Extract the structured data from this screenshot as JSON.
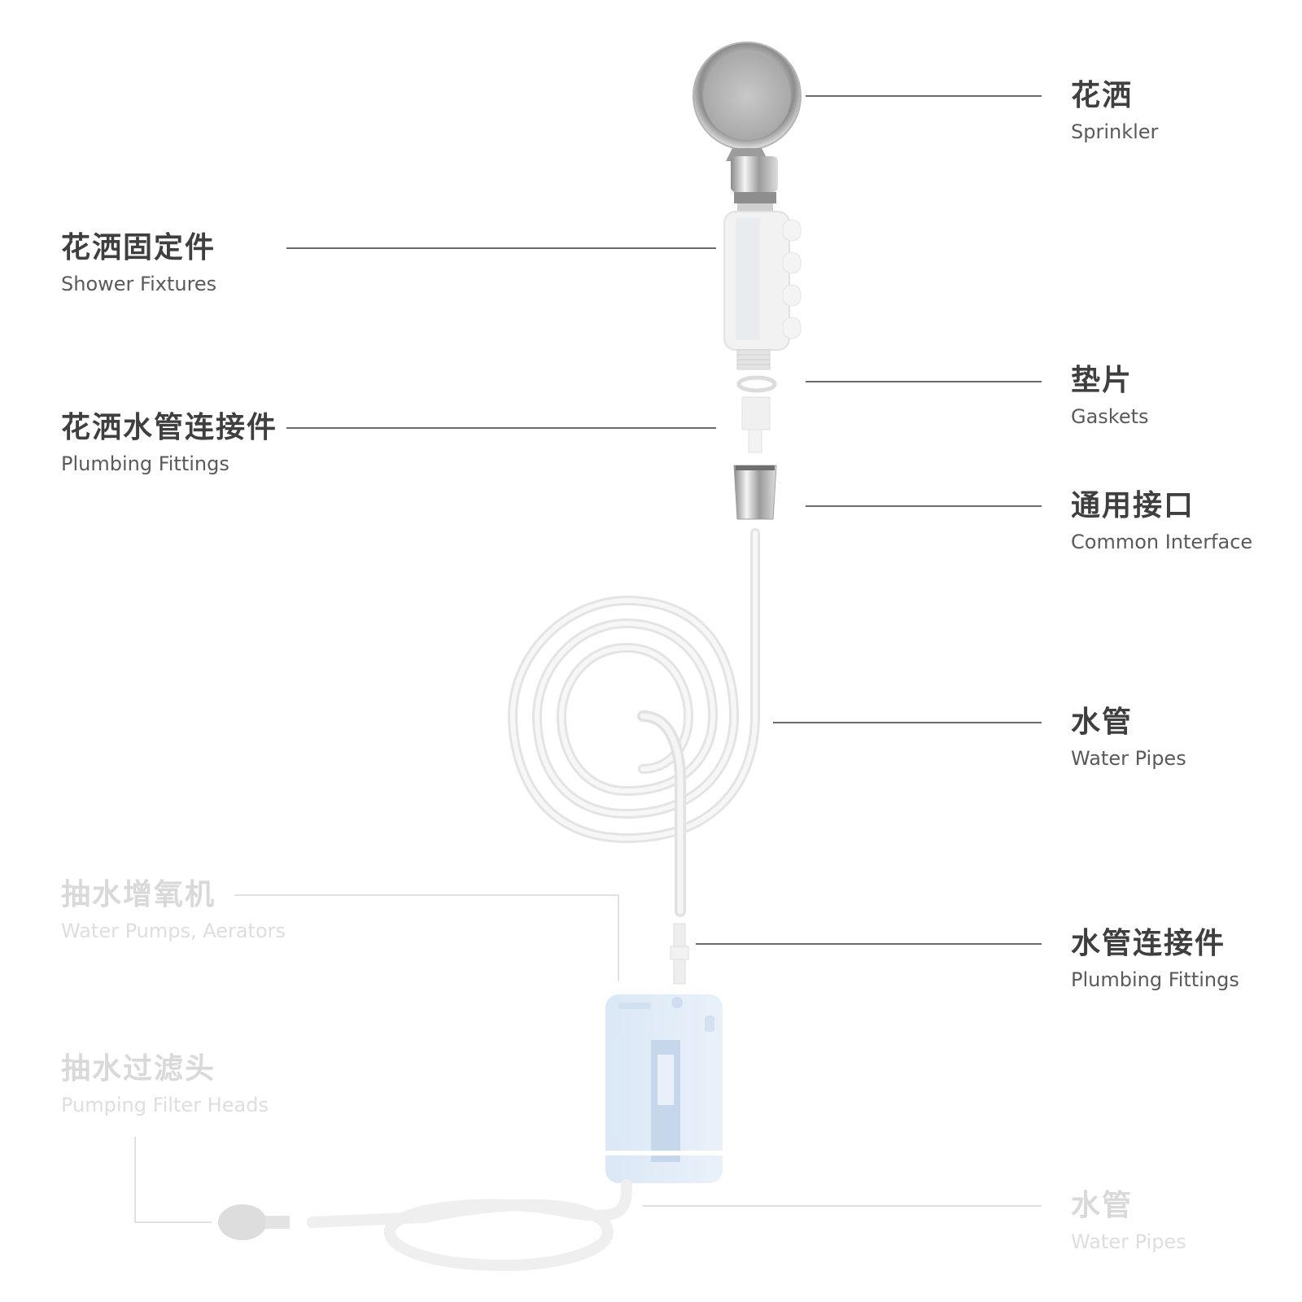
{
  "labels": {
    "sprinkler": {
      "zh": "花洒",
      "en": "Sprinkler"
    },
    "shower_fixtures": {
      "zh": "花洒固定件",
      "en": "Shower Fixtures"
    },
    "gaskets": {
      "zh": "垫片",
      "en": "Gaskets"
    },
    "shower_hose_fittings": {
      "zh": "花洒水管连接件",
      "en": "Plumbing Fittings"
    },
    "common_interface": {
      "zh": "通用接口",
      "en": "Common Interface"
    },
    "water_pipes": {
      "zh": "水管",
      "en": "Water Pipes"
    },
    "pipe_fittings": {
      "zh": "水管连接件",
      "en": "Plumbing Fittings"
    },
    "pump": {
      "zh": "抽水增氧机",
      "en": "Water Pumps, Aerators"
    },
    "filter_head": {
      "zh": "抽水过滤头",
      "en": "Pumping Filter Heads"
    },
    "lower_pipes": {
      "zh": "水管",
      "en": "Water Pipes"
    }
  },
  "colors": {
    "leader_line": "#3a3a3a",
    "faded_line": "#d6d6d6",
    "pump_body": "#dbe8f6",
    "tube": "#e4e4e4"
  },
  "icons": {
    "sprinkler": "shower-head-icon",
    "fixture": "shower-holder-icon",
    "pump": "water-pump-icon",
    "filter": "filter-head-icon"
  }
}
